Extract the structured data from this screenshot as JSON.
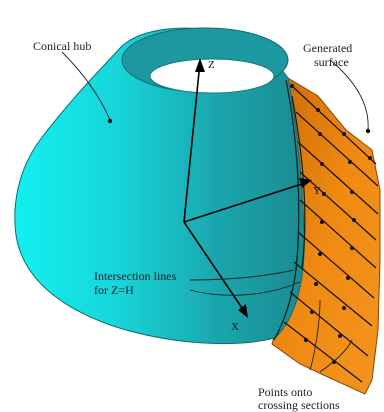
{
  "labels": {
    "conical_hub": "Conical hub",
    "generated_surface_line1": "Generated",
    "generated_surface_line2": "surface",
    "intersection_line1": "Intersection lines",
    "intersection_line2": "for Z=H",
    "points_line1": "Points onto",
    "points_line2": "crossing sections"
  },
  "axes": {
    "z": "Z",
    "y": "Y",
    "x": "X"
  },
  "colors": {
    "hub_light": "#1ee8e8",
    "hub_dark": "#1b8f95",
    "hub_inner": "#1c9aa0",
    "surface": "#e8820e",
    "surface_dark": "#b85c08",
    "lines": "#111111"
  }
}
